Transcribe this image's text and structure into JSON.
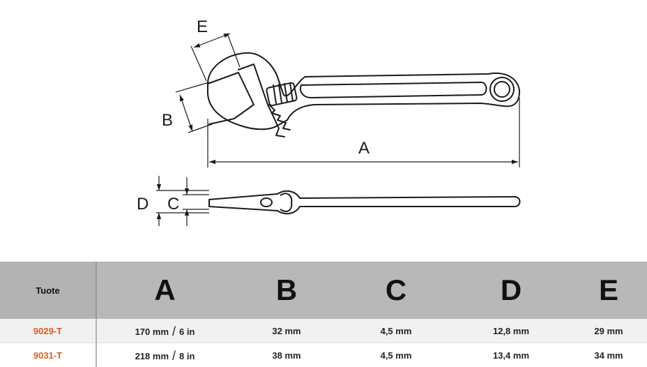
{
  "drawing": {
    "labels": {
      "a": "A",
      "b": "B",
      "c": "C",
      "d": "D",
      "e": "E"
    }
  },
  "table": {
    "header": {
      "product": "Tuote",
      "a": "A",
      "b": "B",
      "c": "C",
      "d": "D",
      "e": "E"
    },
    "rows": [
      {
        "code": "9029-T",
        "a_mm": "170 mm",
        "a_sep": "/",
        "a_in": "6 in",
        "b": "32 mm",
        "c": "4,5 mm",
        "d": "12,8 mm",
        "e": "29 mm"
      },
      {
        "code": "9031-T",
        "a_mm": "218 mm",
        "a_sep": "/",
        "a_in": "8 in",
        "b": "38 mm",
        "c": "4,5 mm",
        "d": "13,4 mm",
        "e": "34 mm"
      }
    ]
  },
  "colors": {
    "product_code": "#e35a1c",
    "header_background": "#b8b8b8",
    "line_art": "#1a1a1a"
  },
  "icons": [
    "adjustable-wrench-drawing"
  ]
}
